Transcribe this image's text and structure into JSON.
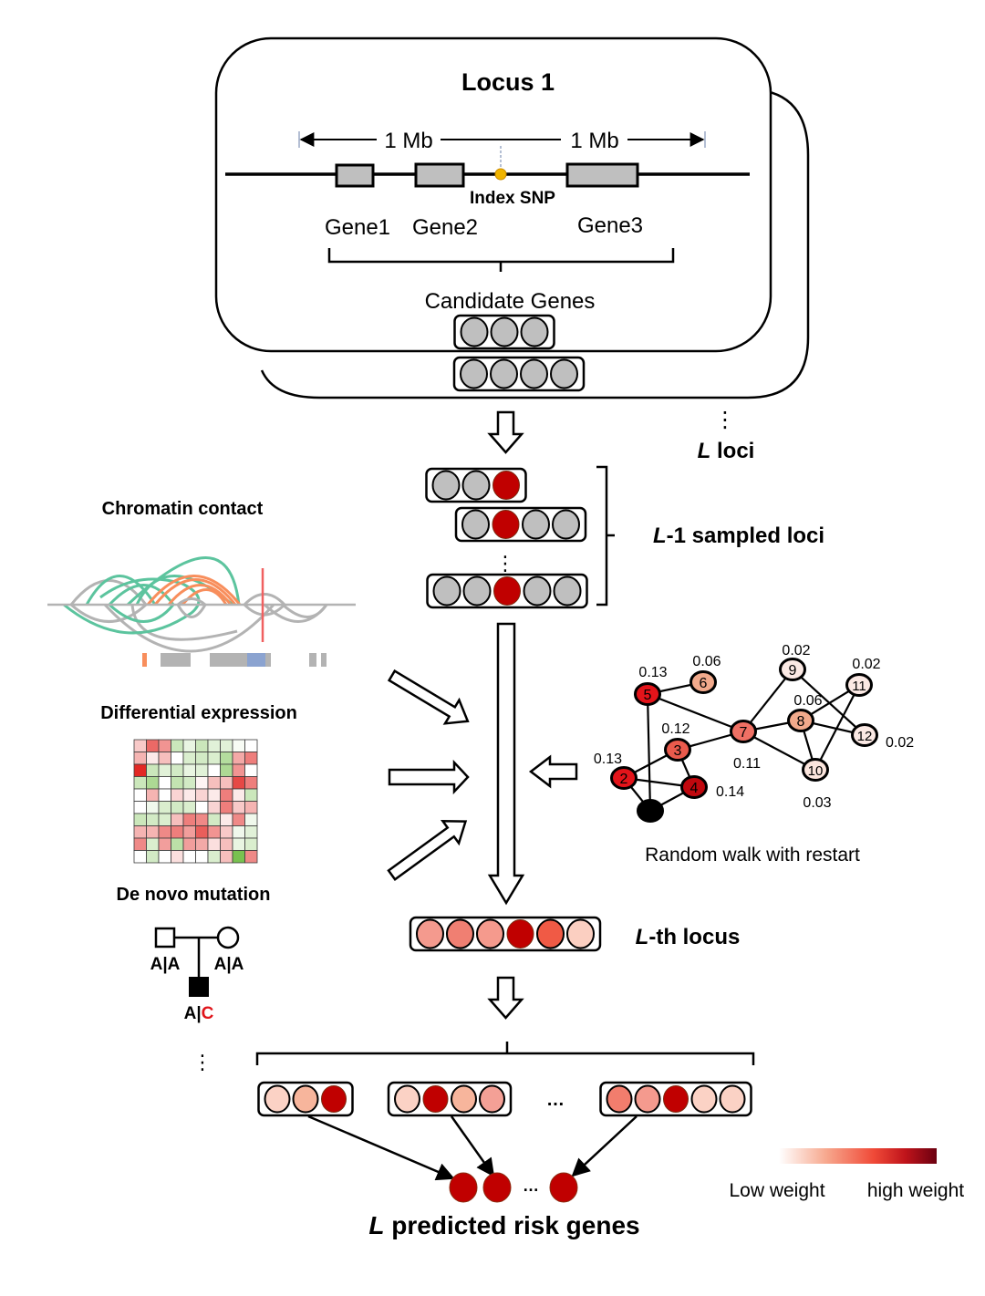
{
  "locus1": {
    "title": "Locus 1",
    "left_distance": "1 Mb",
    "right_distance": "1 Mb",
    "snp_label": "Index SNP",
    "genes": [
      "Gene1",
      "Gene2",
      "Gene3"
    ],
    "candidate_label": "Candidate Genes",
    "candidate_counts": [
      3,
      4
    ]
  },
  "loci": {
    "ellipsis": "⋮",
    "label_italic": "L",
    "label_rest": " loci"
  },
  "sampled": {
    "label_italic": "L",
    "label_rest": "-1 sampled loci",
    "rows": [
      [
        "gray",
        "gray",
        "red"
      ],
      [
        "gray",
        "red",
        "gray",
        "gray"
      ],
      [
        "gray",
        "gray",
        "red",
        "gray",
        "gray"
      ]
    ],
    "ellipsis": "⋮"
  },
  "features": {
    "chromatin_title": "Chromatin contact",
    "expression_title": "Differential expression",
    "mutation_title": "De novo mutation",
    "ellipsis": "⋮",
    "heatmap": [
      [
        0.25,
        0.7,
        0.5,
        -0.35,
        -0.15,
        -0.35,
        -0.2,
        -0.2,
        -0.05,
        0.0
      ],
      [
        0.35,
        0.1,
        0.3,
        0.0,
        -0.25,
        -0.3,
        -0.25,
        -0.5,
        0.4,
        0.6
      ],
      [
        1.0,
        -0.35,
        -0.2,
        -0.3,
        -0.15,
        -0.2,
        0.0,
        -0.55,
        0.5,
        0.0
      ],
      [
        -0.35,
        -0.55,
        0.0,
        -0.4,
        -0.3,
        0.05,
        0.3,
        0.3,
        0.85,
        0.6
      ],
      [
        0.0,
        0.35,
        0.0,
        0.2,
        0.1,
        0.2,
        0.1,
        0.6,
        0.1,
        -0.35
      ],
      [
        0.0,
        -0.1,
        -0.25,
        -0.3,
        -0.25,
        0.0,
        0.2,
        0.6,
        0.25,
        0.35
      ],
      [
        -0.35,
        -0.3,
        -0.25,
        0.3,
        0.6,
        0.55,
        -0.3,
        0.1,
        0.55,
        -0.1
      ],
      [
        0.35,
        0.35,
        0.55,
        0.6,
        0.45,
        0.75,
        0.5,
        0.25,
        -0.1,
        -0.2
      ],
      [
        0.55,
        -0.25,
        0.45,
        -0.45,
        0.45,
        0.4,
        0.15,
        0.3,
        -0.15,
        -0.25
      ],
      [
        0.0,
        -0.3,
        0.0,
        0.15,
        0.0,
        0.0,
        -0.25,
        0.3,
        -0.9,
        0.55
      ]
    ],
    "pedigree": {
      "father_genotype": "A|A",
      "mother_genotype": "A|A",
      "child_genotype_left": "A|",
      "child_genotype_mutant": "C",
      "mutant_color": "#e0151b"
    }
  },
  "network": {
    "caption": "Random walk with restart",
    "nodes": [
      {
        "id": "1",
        "weight": null,
        "color": "#000000",
        "text_color": "#ffffff"
      },
      {
        "id": "2",
        "weight": "0.13",
        "color": "#e3141a",
        "text_color": "#000000"
      },
      {
        "id": "3",
        "weight": "0.12",
        "color": "#ea5a4c",
        "text_color": "#000000"
      },
      {
        "id": "4",
        "weight": "0.14",
        "color": "#c0080e",
        "text_color": "#000000"
      },
      {
        "id": "5",
        "weight": "0.13",
        "color": "#e3141a",
        "text_color": "#000000"
      },
      {
        "id": "6",
        "weight": "0.06",
        "color": "#f2aa8c",
        "text_color": "#000000"
      },
      {
        "id": "7",
        "weight": "0.11",
        "color": "#ef7064",
        "text_color": "#000000"
      },
      {
        "id": "8",
        "weight": "0.06",
        "color": "#f2aa8c",
        "text_color": "#000000"
      },
      {
        "id": "9",
        "weight": "0.02",
        "color": "#fbe9e4",
        "text_color": "#000000"
      },
      {
        "id": "10",
        "weight": "0.03",
        "color": "#fbe5dd",
        "text_color": "#000000"
      },
      {
        "id": "11",
        "weight": "0.02",
        "color": "#fbe9e4",
        "text_color": "#000000"
      },
      {
        "id": "12",
        "weight": "0.02",
        "color": "#fbe9e4",
        "text_color": "#000000"
      }
    ],
    "edges": [
      [
        "5",
        "6"
      ],
      [
        "5",
        "7"
      ],
      [
        "5",
        "1"
      ],
      [
        "3",
        "7"
      ],
      [
        "3",
        "2"
      ],
      [
        "3",
        "4"
      ],
      [
        "2",
        "4"
      ],
      [
        "2",
        "1"
      ],
      [
        "4",
        "1"
      ],
      [
        "7",
        "9"
      ],
      [
        "7",
        "8"
      ],
      [
        "7",
        "10"
      ],
      [
        "9",
        "12"
      ],
      [
        "8",
        "11"
      ],
      [
        "8",
        "12"
      ],
      [
        "8",
        "10"
      ],
      [
        "11",
        "10"
      ]
    ]
  },
  "lth_locus": {
    "label_italic": "L",
    "label_rest": "-th locus",
    "genes": [
      "#f49a8e",
      "#f07f72",
      "#f59a8d",
      "#c00000",
      "#f05a45",
      "#fbcfc1"
    ]
  },
  "results": {
    "groups": [
      [
        "#fbd2c5",
        "#f7b59c",
        "#c00000"
      ],
      [
        "#fbd2c5",
        "#c00000",
        "#f7b59c",
        "#f4a096"
      ],
      [
        "#f27d6d",
        "#f49a8e",
        "#c00000",
        "#fbd2c5",
        "#fbd2c5"
      ]
    ],
    "ellipsis": "…",
    "predicted_ellipsis": "…",
    "predicted_color": "#c00000",
    "predicted_label_italic": "L",
    "predicted_label_rest": " predicted risk genes"
  },
  "legend": {
    "low_label": "Low weight",
    "high_label": "high weight",
    "gradient_colors": [
      "#ffffff",
      "#f7a88e",
      "#f04a38",
      "#c0141b",
      "#6b0010"
    ]
  },
  "colors": {
    "gray_gene": "#bfbfbf",
    "red_gene": "#c00000",
    "snp": "#f0b400",
    "chromatin_green": "#5cc49e",
    "chromatin_orange": "#f88e5c",
    "chromatin_gray": "#b3b3b3",
    "chromatin_marker": "#f06060",
    "track_blue": "#8ba3d0"
  }
}
